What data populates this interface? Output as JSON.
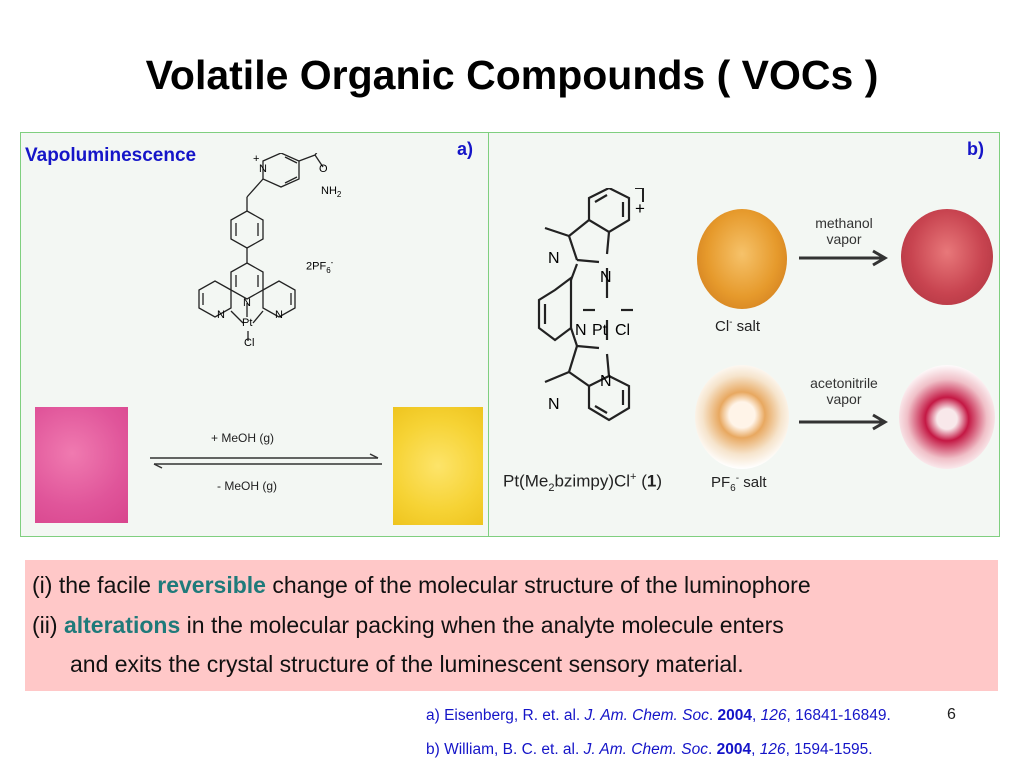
{
  "slide": {
    "title": "Volatile Organic Compounds ( VOCs )",
    "page_number": "6"
  },
  "panel_a": {
    "heading": "Vapoluminescence",
    "tag": "a)",
    "molecule": {
      "charge": "+",
      "amide_o": "O",
      "amide_nh2": "NH",
      "amide_sub": "2",
      "n_pyridinium": "N",
      "counterion": "2PF",
      "counterion_sub": "6",
      "counterion_sup": "-",
      "n_left": "N",
      "n_center": "N",
      "n_right": "N",
      "metal": "Pt",
      "chloride": "Cl"
    },
    "reaction": {
      "forward_label": "+ MeOH (g)",
      "reverse_label": "- MeOH (g)"
    },
    "colors": {
      "left_sample": "#e8589a",
      "right_sample": "#f8d63c"
    }
  },
  "panel_b": {
    "tag": "b)",
    "complex": {
      "charge": "+",
      "n1": "N",
      "n2": "N",
      "n3": "N",
      "n4": "N",
      "n5": "N",
      "metal": "Pt",
      "chloride": "Cl",
      "name_pre": "Pt(Me",
      "name_sub": "2",
      "name_mid": "bzimpy)Cl",
      "name_sup": "+",
      "name_post": " (",
      "name_bold": "1",
      "name_end": ")"
    },
    "row1": {
      "arrow_line1": "methanol",
      "arrow_line2": "vapor",
      "salt": "Cl",
      "salt_sup": "-",
      "salt_suffix": " salt"
    },
    "row2": {
      "arrow_line1": "acetonitrile",
      "arrow_line2": "vapor",
      "salt": "PF",
      "salt_sub": "6",
      "salt_sup": "-",
      "salt_suffix": " salt"
    }
  },
  "notes": {
    "line1_prefix": "(i) the facile ",
    "line1_highlight": "reversible",
    "line1_suffix": " change of the molecular structure of the luminophore",
    "line2_prefix": "(ii) ",
    "line2_highlight": "alterations",
    "line2_suffix": " in the molecular packing when the analyte molecule enters",
    "line3": "and exits the crystal structure of the luminescent sensory material."
  },
  "references": {
    "a_prefix": "a) Eisenberg, R. et. al. ",
    "a_journal": "J. Am. Chem. Soc",
    "a_dot": ". ",
    "a_year": "2004",
    "a_comma1": ", ",
    "a_volume": "126",
    "a_pages": ", 16841-16849.",
    "b_prefix": "b) William, B. C. et. al. ",
    "b_journal": "J. Am. Chem. Soc",
    "b_dot": ". ",
    "b_year": "2004",
    "b_comma1": ", ",
    "b_volume": "126",
    "b_pages": ", 1594-1595."
  }
}
